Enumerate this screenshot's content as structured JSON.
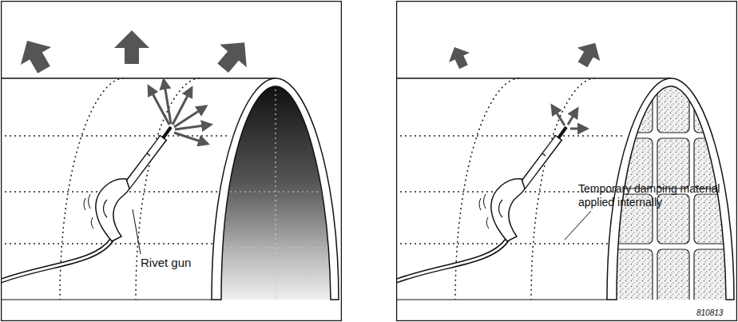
{
  "diagram": {
    "labels": [
      "Rivet gun",
      "Temporary damping material applied internally",
      "810813"
    ]
  }
}
